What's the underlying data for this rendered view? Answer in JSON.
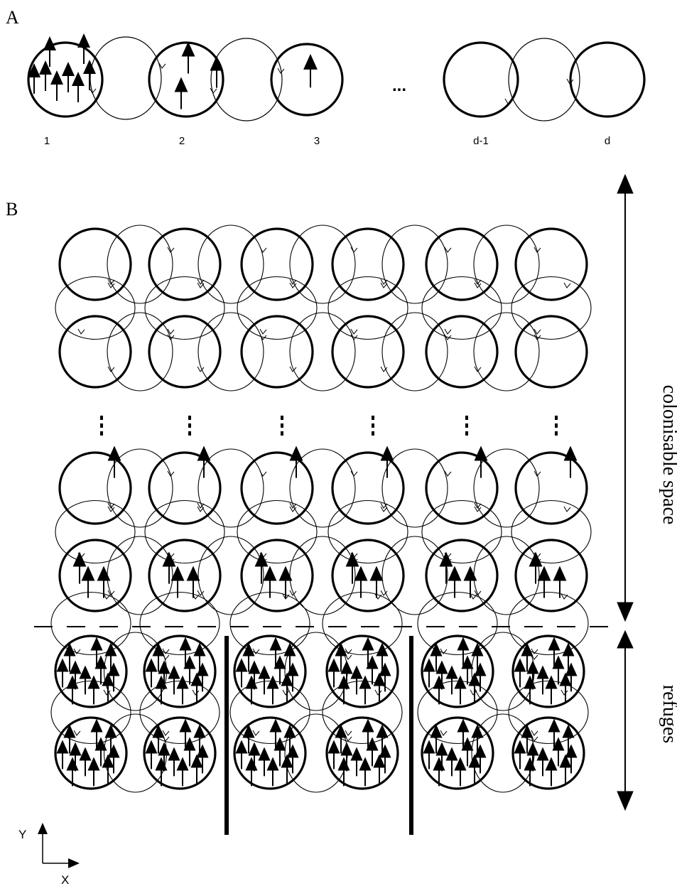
{
  "panel_a": {
    "label": "A",
    "patch_labels": [
      "1",
      "2",
      "3",
      "d-1",
      "d"
    ],
    "ellipsis": "..."
  },
  "panel_b": {
    "label": "B",
    "side_labels": {
      "colonisable": "colonisable space",
      "refuges": "refuges"
    },
    "grid": {
      "columns": 6,
      "colonisable_rows_visible": 4,
      "refuge_rows": 2,
      "barriers": 2
    }
  },
  "axes": {
    "y": "Y",
    "x": "X"
  }
}
